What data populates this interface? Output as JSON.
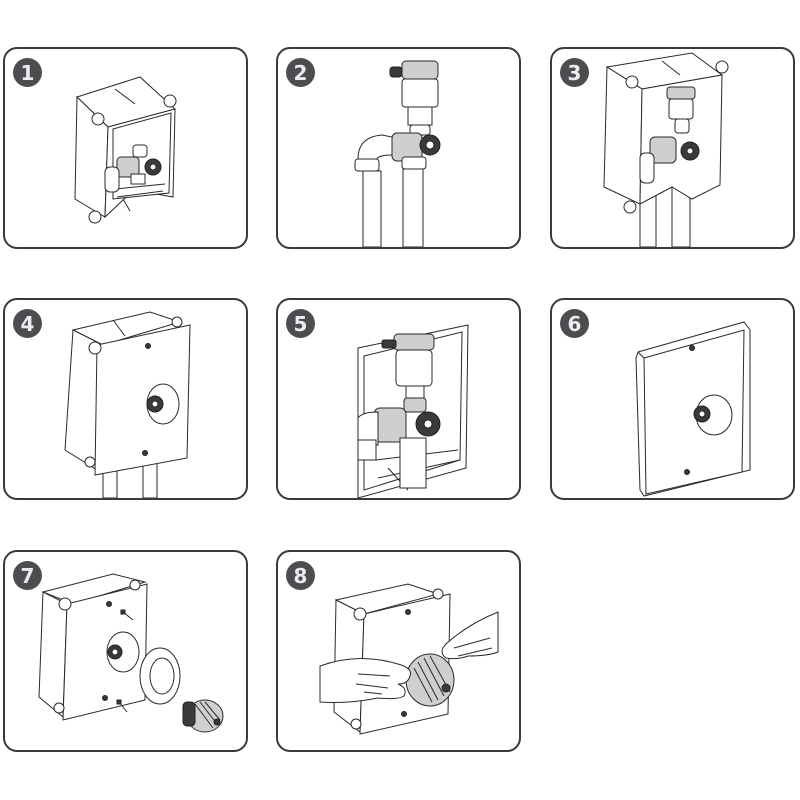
{
  "steps": [
    {
      "number": "1",
      "illustration": "back-box-with-valve-fitting"
    },
    {
      "number": "2",
      "illustration": "valve-assembly-on-pipes"
    },
    {
      "number": "3",
      "illustration": "back-box-over-valve-and-pipes"
    },
    {
      "number": "4",
      "illustration": "cover-plate-mounted-on-box"
    },
    {
      "number": "5",
      "illustration": "valve-inside-box-closeup"
    },
    {
      "number": "6",
      "illustration": "cover-plate-front-view"
    },
    {
      "number": "7",
      "illustration": "exploded-screws-ring-thermostatic-head"
    },
    {
      "number": "8",
      "illustration": "hands-fitting-thermostatic-head"
    }
  ],
  "colors": {
    "badge": "#4d4d4f",
    "border": "#3a3a3a",
    "badge_text": "#e9edf2"
  }
}
